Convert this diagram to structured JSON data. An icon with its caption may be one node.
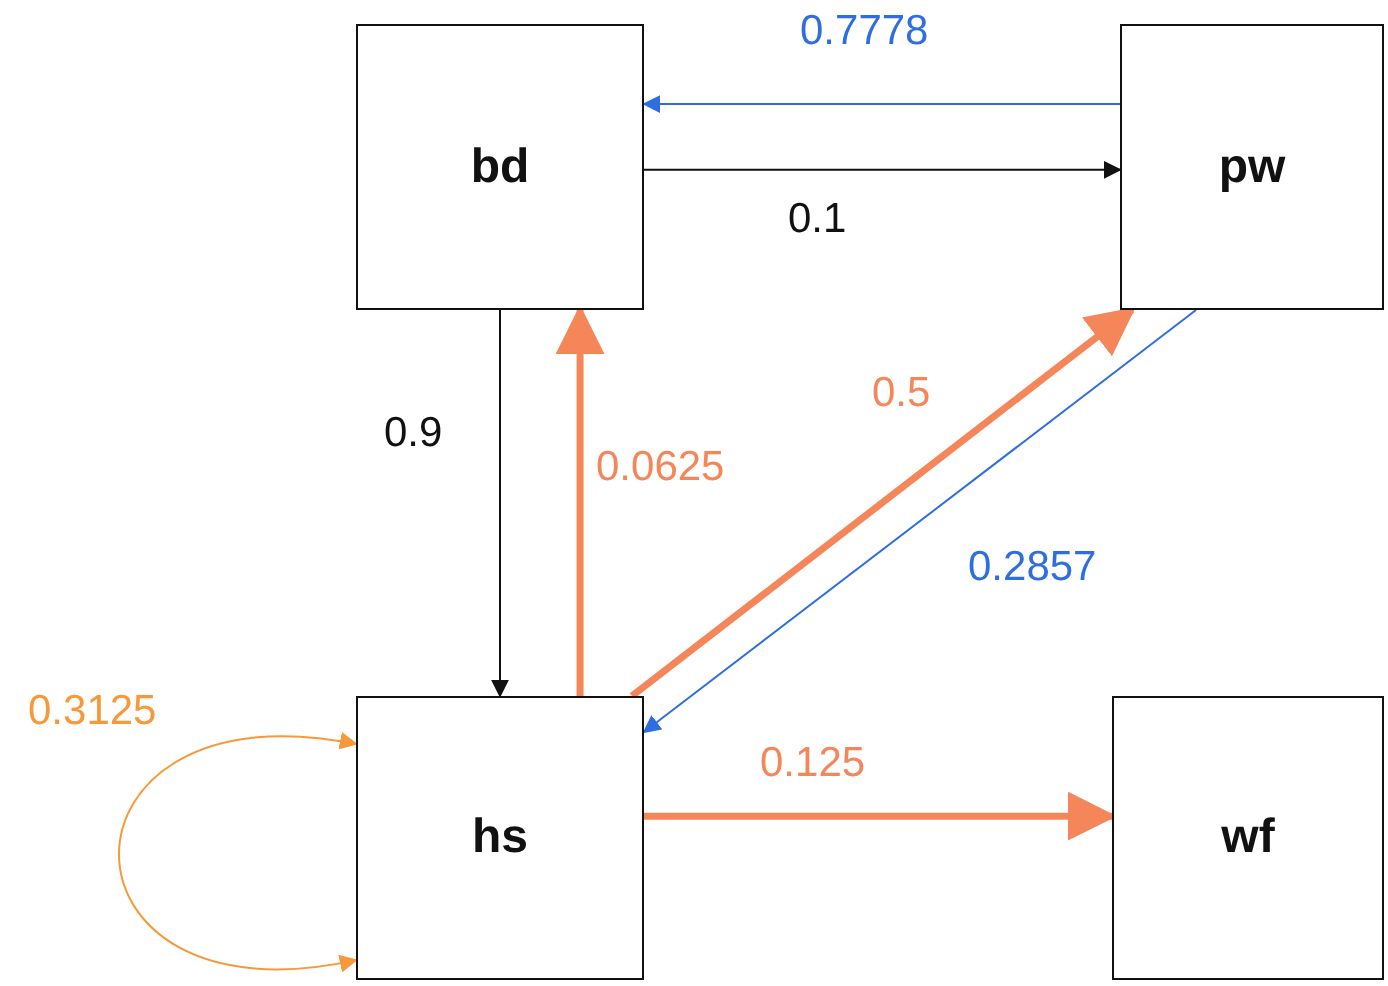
{
  "diagram": {
    "nodes": [
      {
        "text": [
          "bd"
        ]
      },
      {
        "text": [
          "pw"
        ]
      },
      {
        "text": [
          "hs"
        ]
      },
      {
        "text": [
          "wf"
        ]
      }
    ],
    "edges": [
      {
        "from": 1,
        "to": 0,
        "arrow": "to",
        "label": "0.7778",
        "color": "#2f6ee0"
      },
      {
        "from": 0,
        "to": 1,
        "arrow": "to",
        "label": "0.1",
        "color": "#111111"
      },
      {
        "from": 0,
        "to": 2,
        "arrow": "to",
        "label": "0.9",
        "color": "#111111"
      },
      {
        "from": 2,
        "to": 0,
        "arrow": "to",
        "label": "0.0625",
        "style": "thick",
        "color": "#f4865a"
      },
      {
        "from": 2,
        "to": 1,
        "arrow": "to",
        "label": "0.5",
        "style": "thick",
        "color": "#f4865a"
      },
      {
        "from": 1,
        "to": 2,
        "arrow": "to",
        "label": "0.2857",
        "color": "#2f6ee0"
      },
      {
        "from": 2,
        "to": 3,
        "arrow": "to",
        "label": "0.125",
        "style": "thick",
        "color": "#f4865a"
      },
      {
        "from": 2,
        "to": 2,
        "arrow": "both",
        "label": "0.3125",
        "color": "#f7993a"
      }
    ]
  }
}
